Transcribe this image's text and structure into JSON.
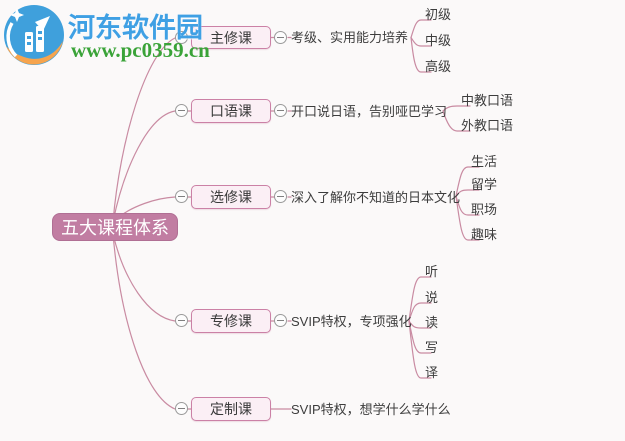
{
  "watermark": {
    "site_name": "河东软件园",
    "site_url": "www.pc0359.cn"
  },
  "colors": {
    "connector_line": "#c98ba2",
    "node_border": "#cb81a6",
    "node_fill": "#fbeff5",
    "root_fill": "#c17da2",
    "root_text": "#ffffff",
    "label_text": "#3d3d3d",
    "site_name_blue": "#3fa0e4",
    "site_url_green": "#3aa338"
  },
  "root": {
    "label": "五大课程体系"
  },
  "branches": [
    {
      "label": "主修课",
      "description": "考级、实用能力培养",
      "children": [
        "初级",
        "中级",
        "高级"
      ]
    },
    {
      "label": "口语课",
      "description": "开口说日语，告别哑巴学习",
      "children": [
        "中教口语",
        "外教口语"
      ]
    },
    {
      "label": "选修课",
      "description": "深入了解你不知道的日本文化",
      "children": [
        "生活",
        "留学",
        "职场",
        "趣味"
      ]
    },
    {
      "label": "专修课",
      "description": "SVIP特权，专项强化",
      "children": [
        "听",
        "说",
        "读",
        "写",
        "译"
      ]
    },
    {
      "label": "定制课",
      "description": "SVIP特权，想学什么学什么",
      "children": []
    }
  ]
}
